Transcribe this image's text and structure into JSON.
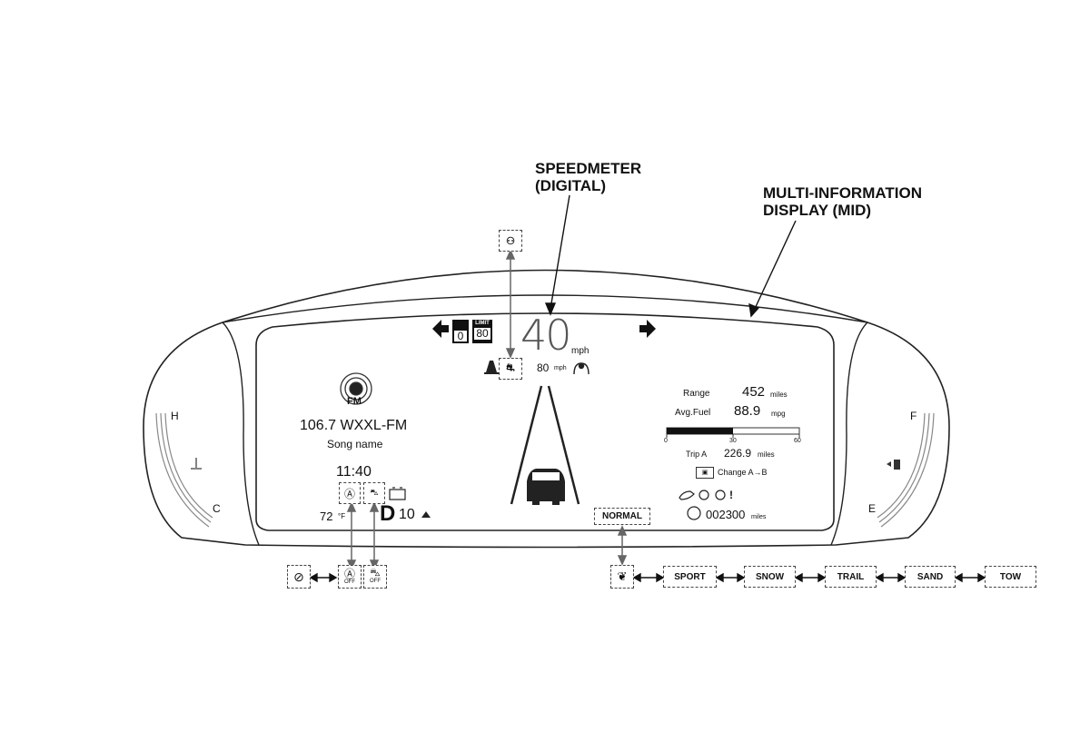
{
  "callouts": {
    "speedometer": [
      "SPEEDMETER",
      "(DIGITAL)"
    ],
    "mid": [
      "MULTI-INFORMATION",
      "DISPLAY (MID)"
    ]
  },
  "gauges": {
    "temp_high": "H",
    "temp_low": "C",
    "fuel_full": "F",
    "fuel_empty": "E"
  },
  "speed": {
    "value": "40",
    "unit": "mph",
    "set_speed": "80",
    "set_unit": "mph",
    "limit_value": "80",
    "limit_label": "LIMIT",
    "lane_value": "0"
  },
  "audio": {
    "band": "FM",
    "station": "106.7 WXXL-FM",
    "song": "Song name"
  },
  "status": {
    "clock": "11:40",
    "outside_temp": "72",
    "temp_unit": "°F",
    "gear": "D",
    "gear_number": "10"
  },
  "mid": {
    "range_label": "Range",
    "range_value": "452",
    "range_unit": "miles",
    "fuel_label": "Avg.Fuel",
    "fuel_value": "88.9",
    "fuel_unit": "mpg",
    "scale": [
      "0",
      "30",
      "60"
    ],
    "fuel_bar_fraction": 0.5,
    "trip_label": "Trip A",
    "trip_value": "226.9",
    "trip_unit": "miles",
    "change_label": "Change A→B",
    "odometer": "002300",
    "odometer_unit": "miles"
  },
  "drive_mode": {
    "current": "NORMAL",
    "modes": [
      "SPORT",
      "SNOW",
      "TRAIL",
      "SAND",
      "TOW"
    ]
  },
  "icons": {
    "auto_stop_off_label": "OFF",
    "vsa_off_label": "OFF"
  },
  "colors": {
    "line": "#222222",
    "fill_dark": "#111111",
    "arrow_gray": "#666666"
  }
}
